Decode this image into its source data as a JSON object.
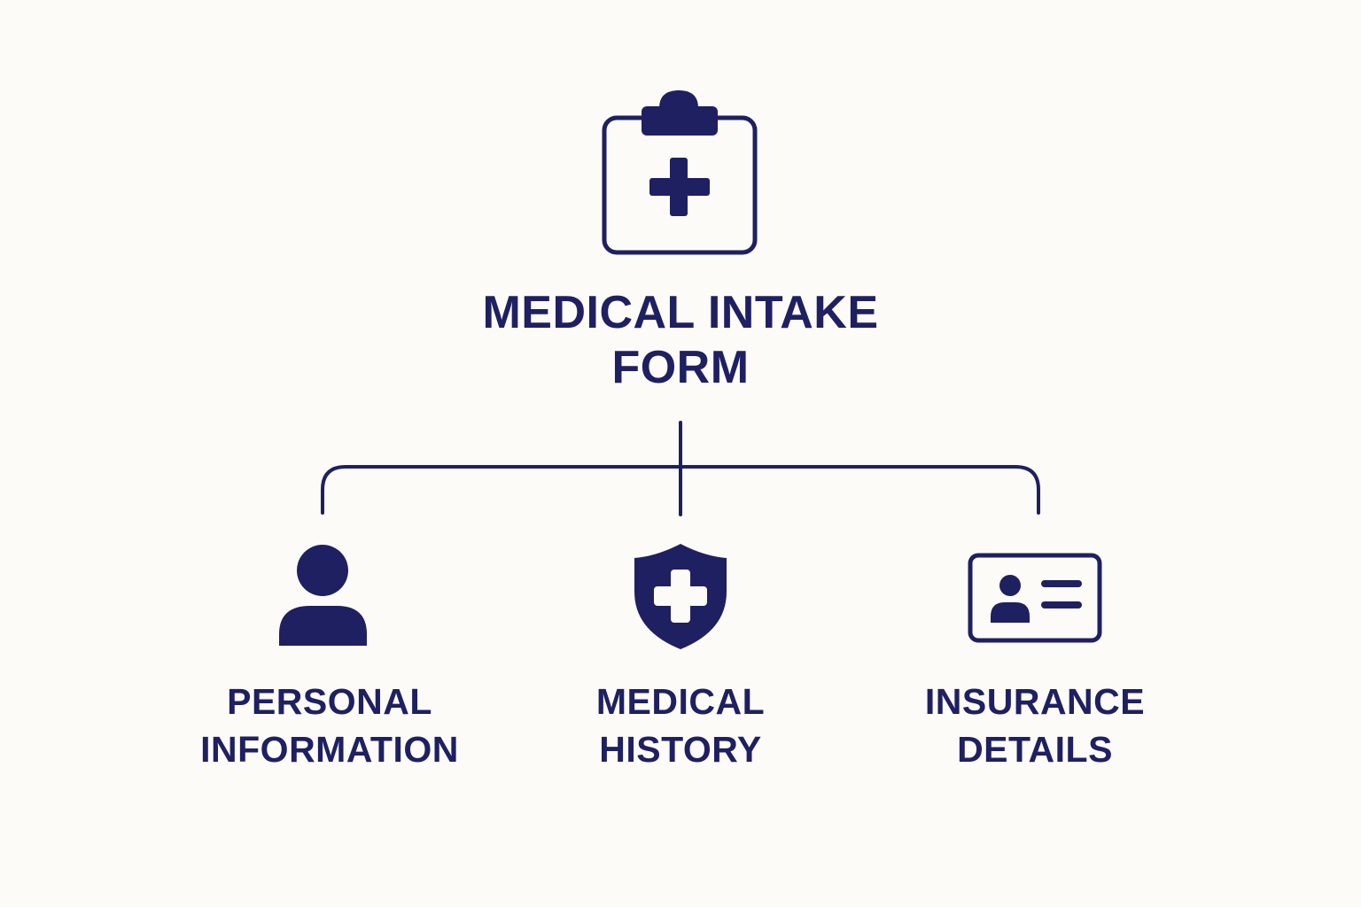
{
  "colors": {
    "background": "#fcfbf8",
    "primary": "#1e2062"
  },
  "root": {
    "icon": "clipboard-medical-icon",
    "title_line1": "MEDICAL INTAKE",
    "title_line2": "FORM"
  },
  "children": [
    {
      "icon": "person-icon",
      "label_line1": "PERSONAL",
      "label_line2": "INFORMATION"
    },
    {
      "icon": "shield-medical-icon",
      "label_line1": "MEDICAL",
      "label_line2": "HISTORY"
    },
    {
      "icon": "id-card-icon",
      "label_line1": "INSURANCE",
      "label_line2": "DETAILS"
    }
  ]
}
